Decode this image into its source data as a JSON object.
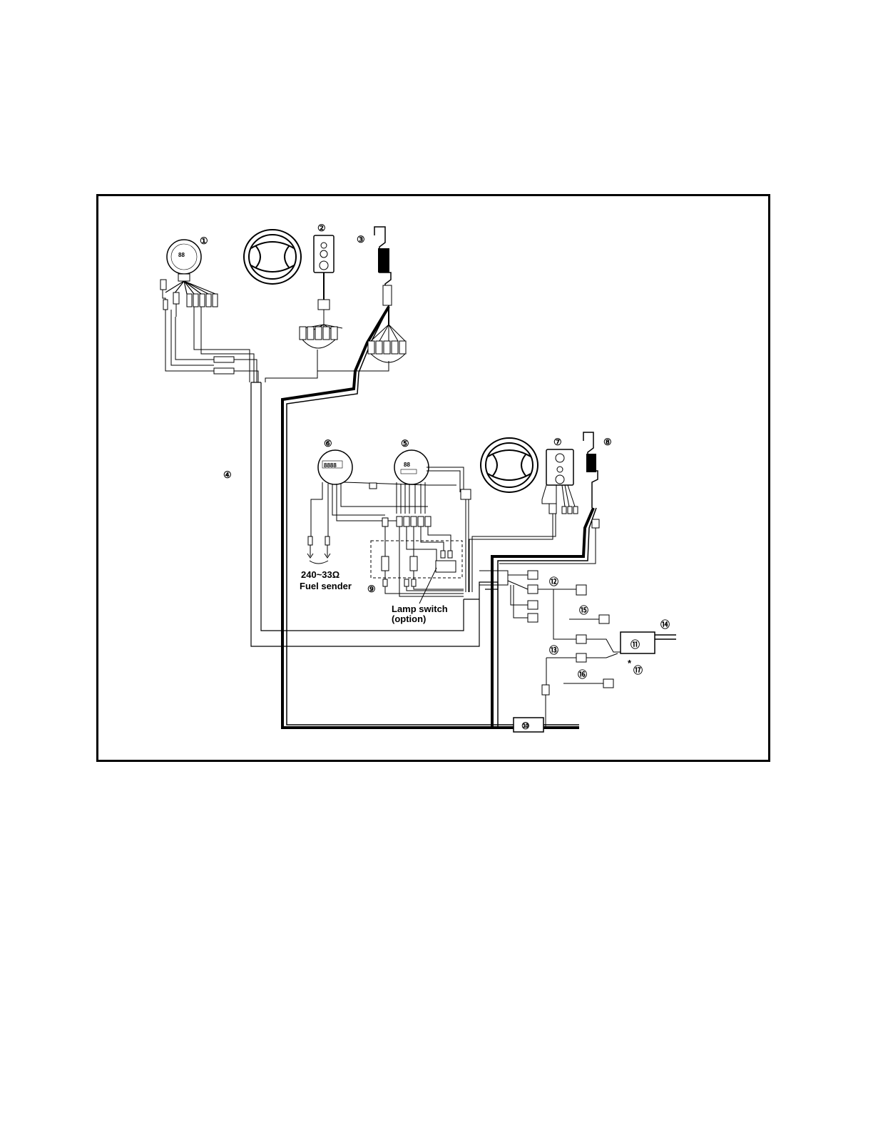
{
  "callouts": {
    "c1": "①",
    "c2": "②",
    "c3": "③",
    "c4": "④",
    "c5": "⑤",
    "c6": "⑥",
    "c7": "⑦",
    "c8": "⑧",
    "c9": "⑨",
    "c10": "⑩",
    "c11": "⑪",
    "c12": "⑫",
    "c13": "⑬",
    "c14": "⑭",
    "c15": "⑮",
    "c16": "⑯",
    "c17": "⑰"
  },
  "labels": {
    "resistance": "240~33Ω",
    "fuel_sender": "Fuel sender",
    "lamp_switch": "Lamp switch",
    "lamp_option": "(option)",
    "asterisk": "*"
  },
  "gauges": {
    "g1_display": "88",
    "g5_display": "88",
    "g6_display": "8888"
  }
}
